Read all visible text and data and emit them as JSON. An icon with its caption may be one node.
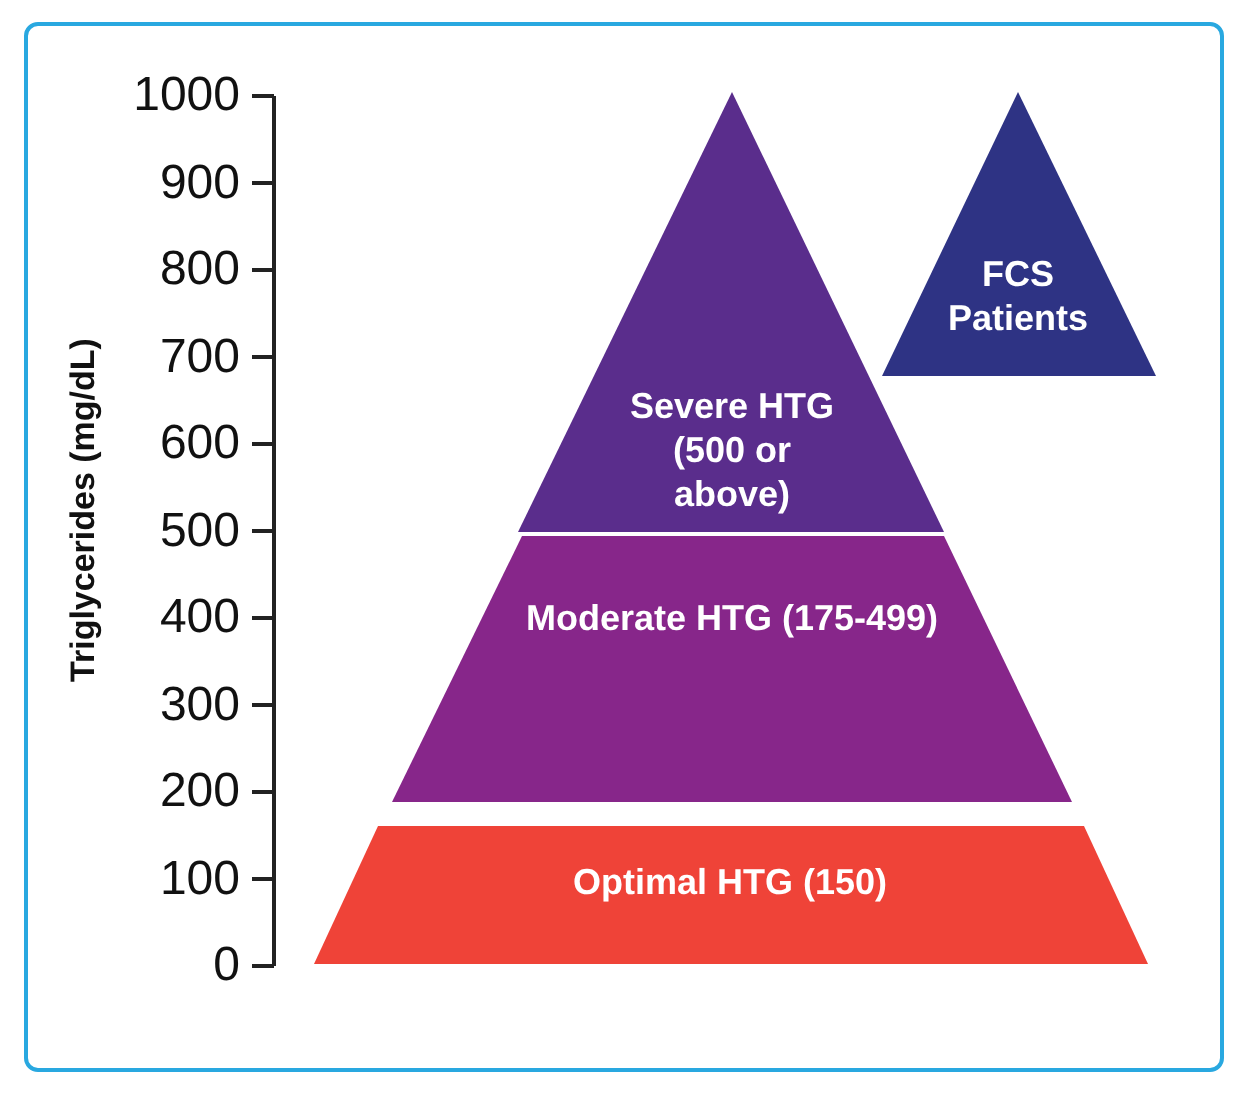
{
  "diagram": {
    "nodes": [
      {
        "text": [
          "Severe HTG (500 or above)"
        ]
      },
      {
        "text": [
          "FCS Patients"
        ]
      },
      {
        "text": [
          "Moderate HTG (175-499)"
        ]
      },
      {
        "text": [
          "Optimal HTG (150)"
        ]
      }
    ],
    "labels": [
      "Triglycerides (mg/dL)",
      "1000",
      "900",
      "800",
      "700",
      "600",
      "500",
      "400",
      "300",
      "200",
      "100",
      "0"
    ]
  }
}
